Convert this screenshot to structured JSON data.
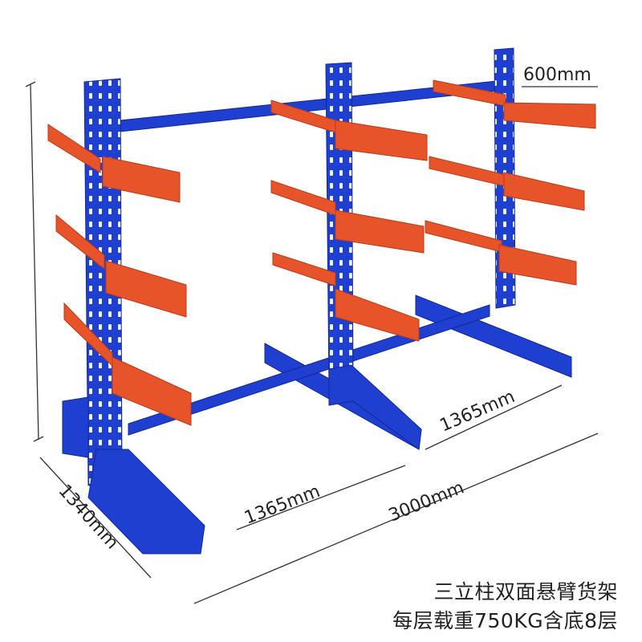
{
  "dimensions": {
    "arm_length": "600mm",
    "bay_left": "1365mm",
    "bay_right": "1365mm",
    "total_length": "3000mm",
    "depth": "1340mm"
  },
  "caption": {
    "line1": "三立柱双面悬臂货架",
    "line2": "每层载重750KG含底8层"
  },
  "colors": {
    "column_blue": "#1f3fd0",
    "column_blue_dark": "#13289a",
    "arm_orange": "#e8542a",
    "arm_orange_dark": "#b83a18"
  }
}
